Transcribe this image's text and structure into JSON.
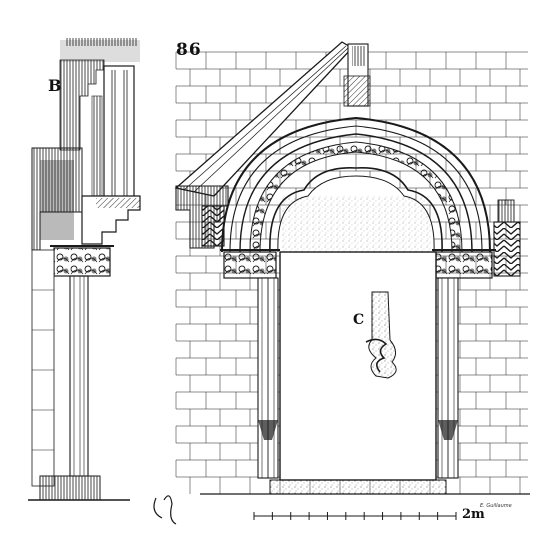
{
  "figure": {
    "number": "86",
    "label_b": "B",
    "label_c": "C",
    "scale_label": "2m",
    "signature": "E. Guillaume"
  },
  "scale_bar": {
    "divisions": 11
  },
  "colors": {
    "ink": "#1a1a1a",
    "paper": "#ffffff",
    "shade": "#555555"
  }
}
